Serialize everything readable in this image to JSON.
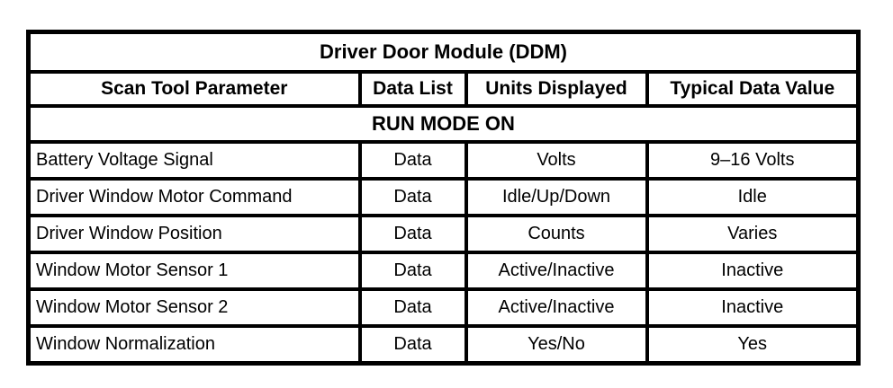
{
  "table": {
    "title": "Driver Door Module (DDM)",
    "columns": [
      "Scan Tool Parameter",
      "Data List",
      "Units Displayed",
      "Typical Data Value"
    ],
    "section": "RUN MODE ON",
    "rows": [
      {
        "parameter": "Battery Voltage Signal",
        "data_list": "Data",
        "units": "Volts",
        "typical": "9–16 Volts"
      },
      {
        "parameter": "Driver Window Motor Command",
        "data_list": "Data",
        "units": "Idle/Up/Down",
        "typical": "Idle"
      },
      {
        "parameter": "Driver Window Position",
        "data_list": "Data",
        "units": "Counts",
        "typical": "Varies"
      },
      {
        "parameter": "Window Motor Sensor 1",
        "data_list": "Data",
        "units": "Active/Inactive",
        "typical": "Inactive"
      },
      {
        "parameter": "Window Motor Sensor 2",
        "data_list": "Data",
        "units": "Active/Inactive",
        "typical": "Inactive"
      },
      {
        "parameter": "Window Normalization",
        "data_list": "Data",
        "units": "Yes/No",
        "typical": "Yes"
      }
    ]
  },
  "colors": {
    "border": "#000000",
    "background": "#ffffff",
    "text": "#000000"
  }
}
